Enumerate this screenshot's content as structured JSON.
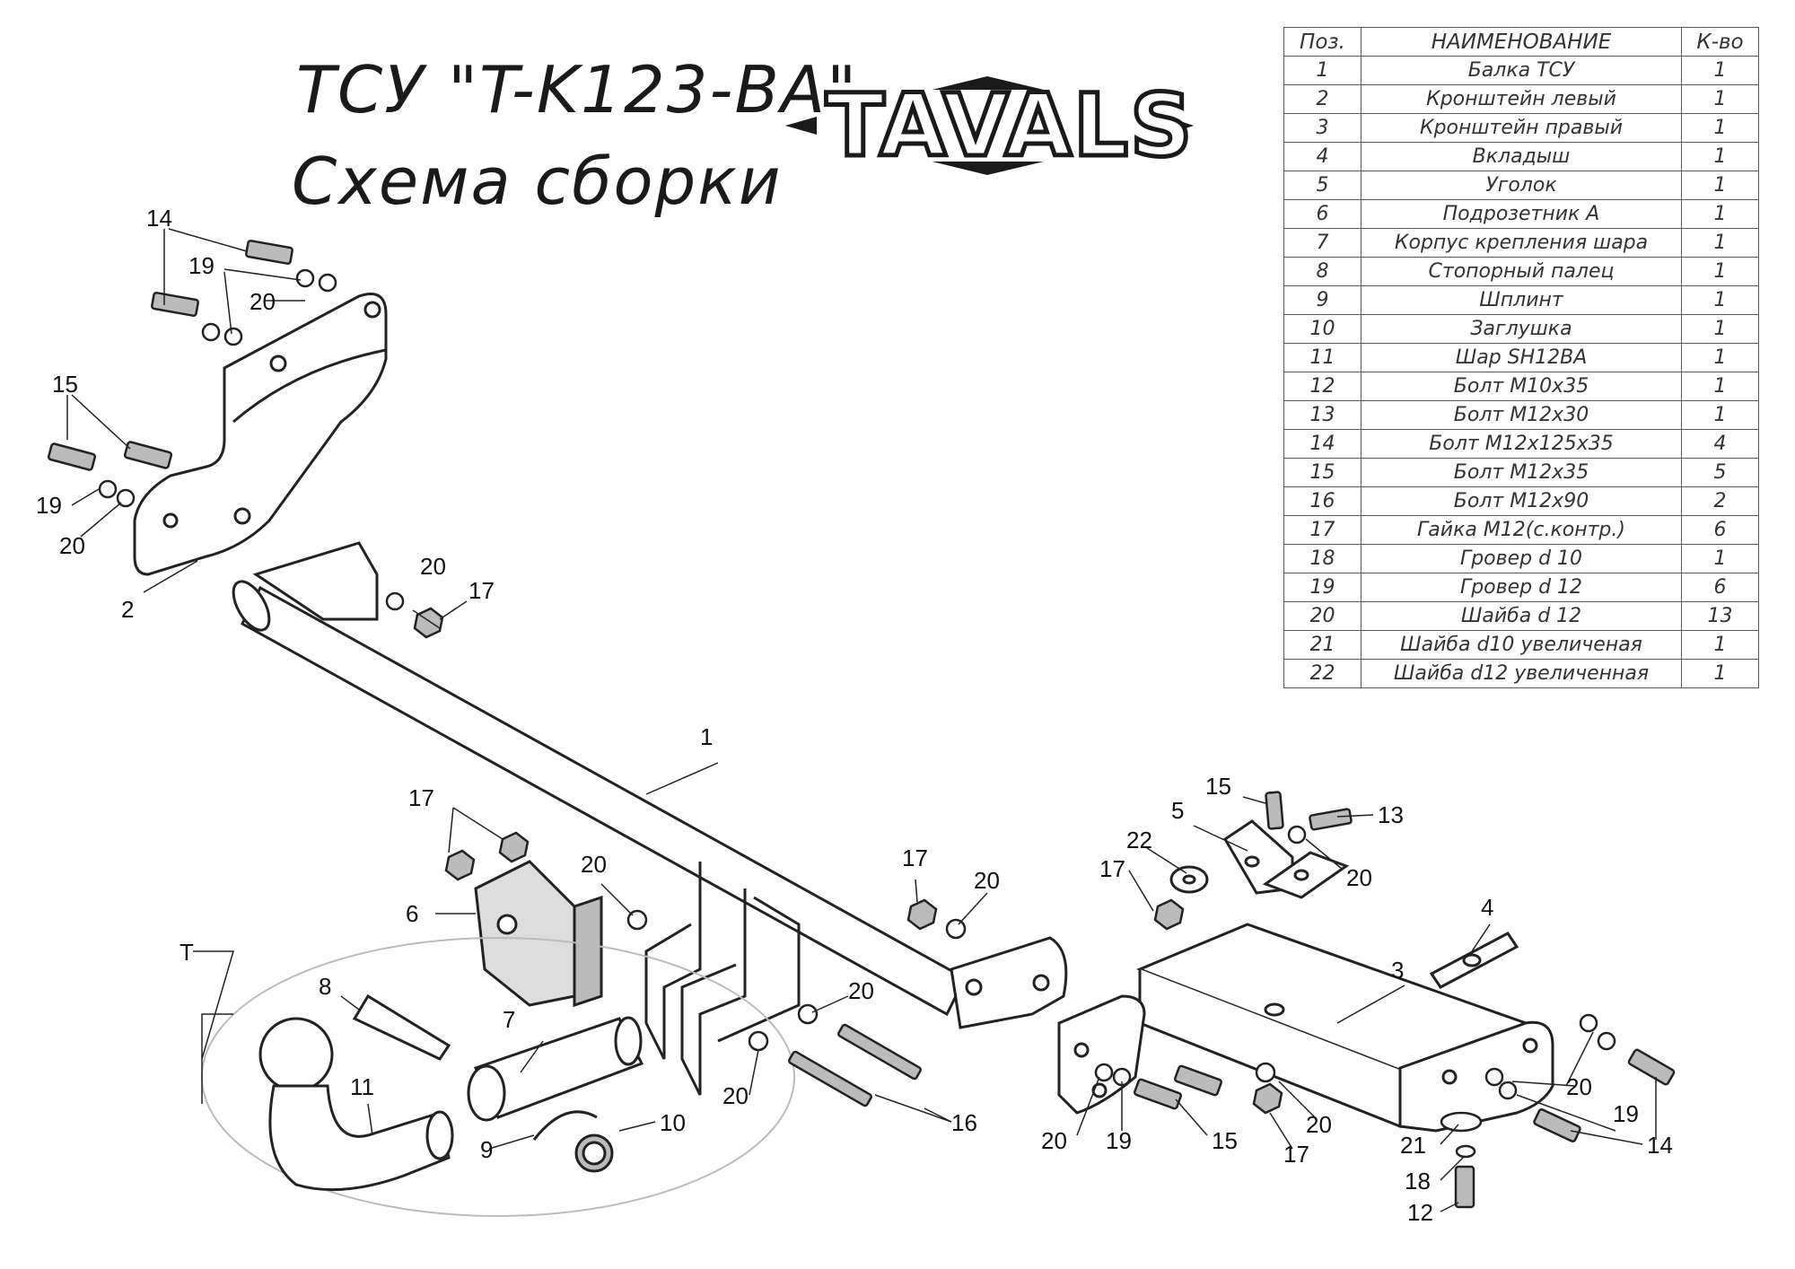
{
  "title": {
    "line1": "ТСУ \"T-K123-BA\"",
    "line2": "Схема сборки"
  },
  "logo": {
    "text": "TAVALS",
    "color": "#1a1a1a"
  },
  "table": {
    "headers": [
      "Поз.",
      "НАИМЕНОВАНИЕ",
      "К-во"
    ],
    "rows": [
      [
        "1",
        "Балка ТСУ",
        "1"
      ],
      [
        "2",
        "Кронштейн левый",
        "1"
      ],
      [
        "3",
        "Кронштейн правый",
        "1"
      ],
      [
        "4",
        "Вкладыш",
        "1"
      ],
      [
        "5",
        "Уголок",
        "1"
      ],
      [
        "6",
        "Подрозетник А",
        "1"
      ],
      [
        "7",
        "Корпус крепления шара",
        "1"
      ],
      [
        "8",
        "Стопорный палец",
        "1"
      ],
      [
        "9",
        "Шплинт",
        "1"
      ],
      [
        "10",
        "Заглушка",
        "1"
      ],
      [
        "11",
        "Шар SH12BA",
        "1"
      ],
      [
        "12",
        "Болт М10x35",
        "1"
      ],
      [
        "13",
        "Болт М12x30",
        "1"
      ],
      [
        "14",
        "Болт М12x125x35",
        "4"
      ],
      [
        "15",
        "Болт М12x35",
        "5"
      ],
      [
        "16",
        "Болт М12x90",
        "2"
      ],
      [
        "17",
        "Гайка М12(с.контр.)",
        "6"
      ],
      [
        "18",
        "Гровер d 10",
        "1"
      ],
      [
        "19",
        "Гровер d 12",
        "6"
      ],
      [
        "20",
        "Шайба d 12",
        "13"
      ],
      [
        "21",
        "Шайба d10 увеличеная",
        "1"
      ],
      [
        "22",
        "Шайба d12 увеличенная",
        "1"
      ]
    ]
  },
  "callouts": {
    "c1": "1",
    "c2": "2",
    "c3": "3",
    "c4": "4",
    "c5": "5",
    "c6": "6",
    "c7": "7",
    "c8": "8",
    "c9": "9",
    "c10": "10",
    "c11": "11",
    "c12": "12",
    "c13": "13",
    "c14": "14",
    "c15": "15",
    "c16": "16",
    "c17": "17",
    "c18": "18",
    "c19": "19",
    "c20": "20",
    "c21": "21",
    "c22": "22",
    "T": "T"
  }
}
